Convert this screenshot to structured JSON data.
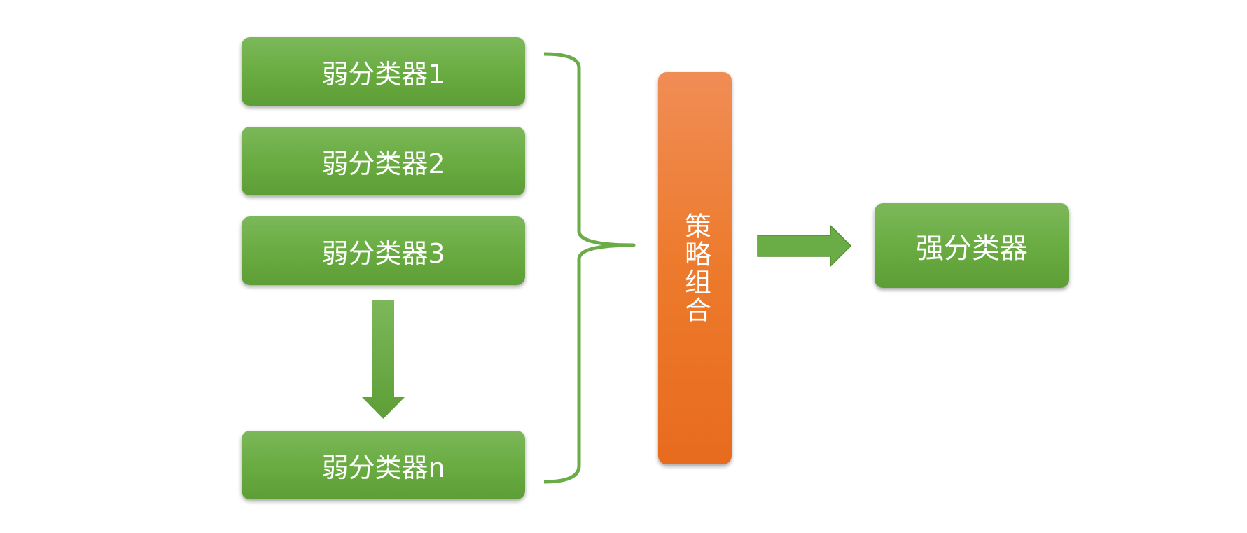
{
  "weak_classifiers": [
    {
      "label": "弱分类器1"
    },
    {
      "label": "弱分类器2"
    },
    {
      "label": "弱分类器3"
    },
    {
      "label": "弱分类器n"
    }
  ],
  "strategy": {
    "label": "策略组合"
  },
  "strong_classifier": {
    "label": "强分类器"
  },
  "colors": {
    "green": "#6aac45",
    "green_dark": "#5a9a35",
    "orange": "#ed7a2c",
    "bracket": "#6aac45",
    "background": "#ffffff",
    "text": "#ffffff"
  }
}
